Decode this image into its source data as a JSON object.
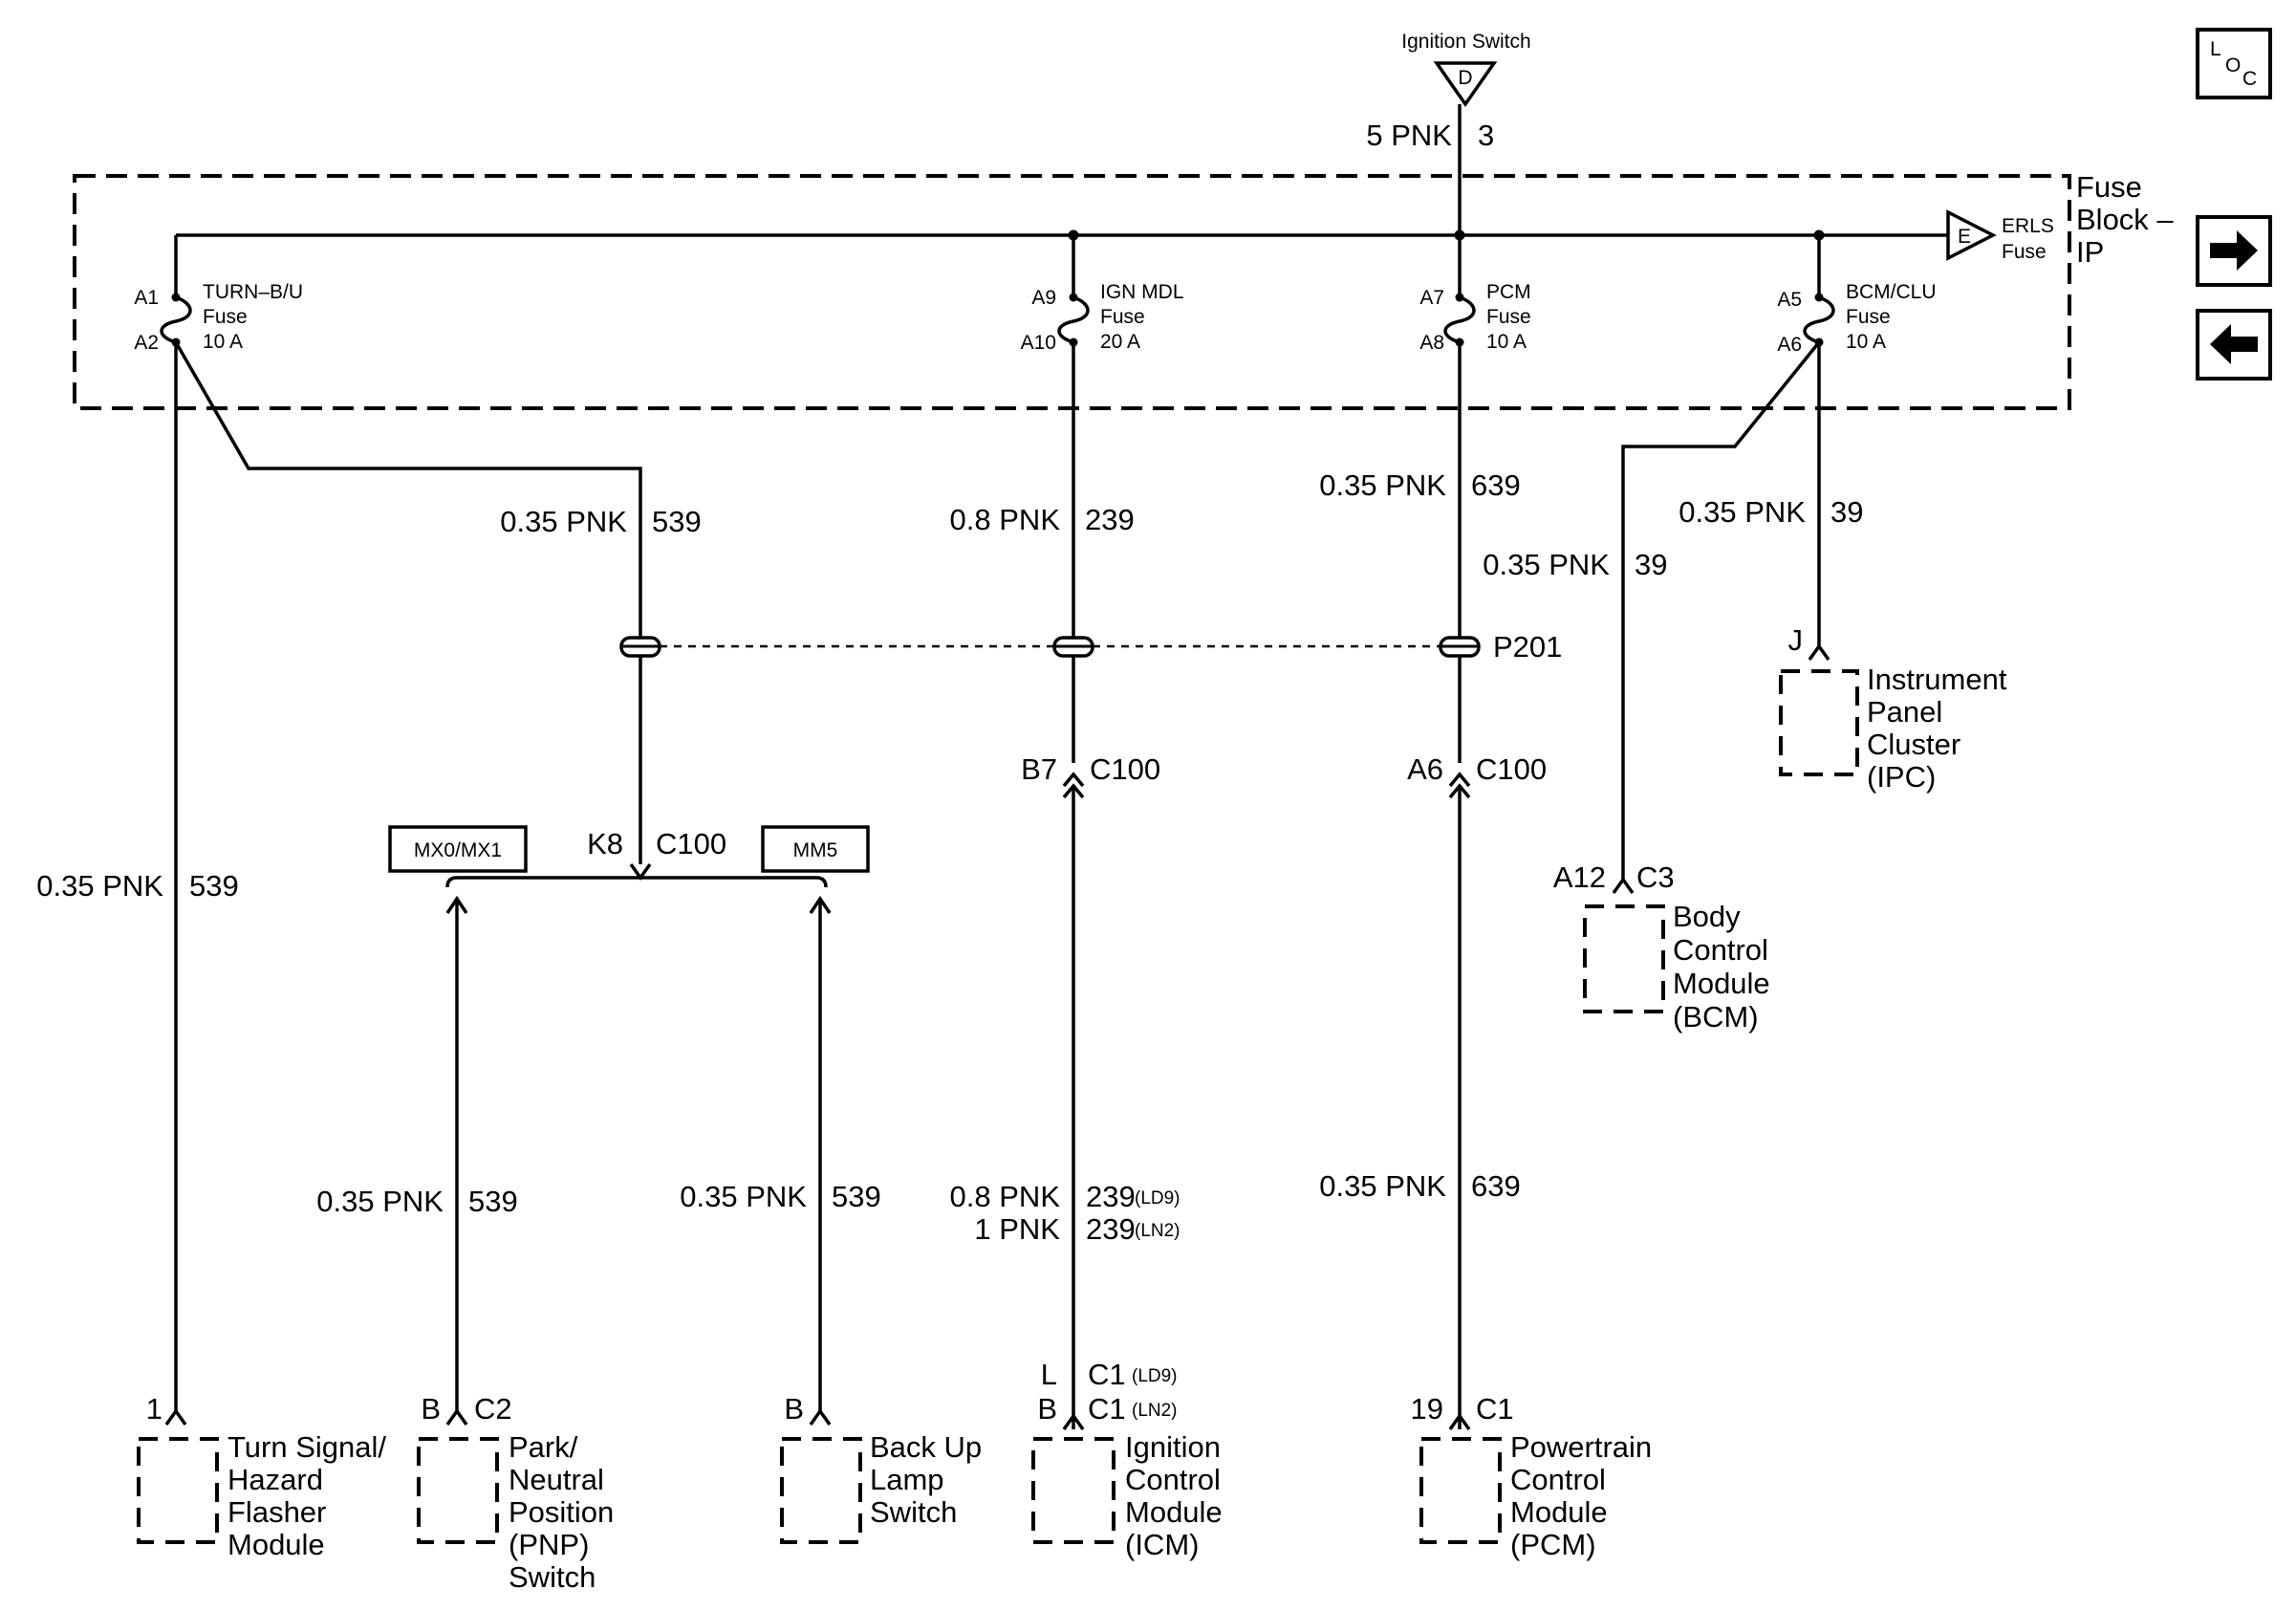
{
  "ignition": {
    "title": "Ignition Switch",
    "pin": "D",
    "wire_size": "5 PNK",
    "circuit": "3"
  },
  "fuse_block": {
    "title_l1": "Fuse",
    "title_l2": "Block –",
    "title_l3": "IP"
  },
  "erls": {
    "pin": "E",
    "label_l1": "ERLS",
    "label_l2": "Fuse"
  },
  "fuses": [
    {
      "top_pin": "A1",
      "bot_pin": "A2",
      "name": "TURN–B/U",
      "kind": "Fuse",
      "rating": "10 A"
    },
    {
      "top_pin": "A9",
      "bot_pin": "A10",
      "name": "IGN MDL",
      "kind": "Fuse",
      "rating": "20 A"
    },
    {
      "top_pin": "A7",
      "bot_pin": "A8",
      "name": "PCM",
      "kind": "Fuse",
      "rating": "10 A"
    },
    {
      "top_pin": "A5",
      "bot_pin": "A6",
      "name": "BCM/CLU",
      "kind": "Fuse",
      "rating": "10 A"
    }
  ],
  "wires": {
    "turn_left": {
      "size": "0.35 PNK",
      "circuit": "539"
    },
    "turn_branch": {
      "size": "0.35 PNK",
      "circuit": "539"
    },
    "ign_upper": {
      "size": "0.8 PNK",
      "circuit": "239"
    },
    "pcm_upper": {
      "size": "0.35 PNK",
      "circuit": "639"
    },
    "clu": {
      "size": "0.35 PNK",
      "circuit": "39"
    },
    "bcm": {
      "size": "0.35 PNK",
      "circuit": "39"
    },
    "pnp": {
      "size": "0.35 PNK",
      "circuit": "539"
    },
    "backup": {
      "size": "0.35 PNK",
      "circuit": "539"
    },
    "icm_1": {
      "size": "0.8 PNK",
      "circuit": "239",
      "option": "(LD9)"
    },
    "icm_2": {
      "size": "1 PNK",
      "circuit": "239",
      "option": "(LN2)"
    },
    "pcm_lower": {
      "size": "0.35 PNK",
      "circuit": "639"
    }
  },
  "splice": {
    "label": "P201"
  },
  "connectors": {
    "k8": {
      "pin": "K8",
      "conn": "C100"
    },
    "b7": {
      "pin": "B7",
      "conn": "C100"
    },
    "a6": {
      "pin": "A6",
      "conn": "C100"
    },
    "ipc": {
      "pin": "J"
    },
    "bcm": {
      "pin": "A12",
      "conn": "C3"
    },
    "flasher": {
      "pin": "1"
    },
    "pnp": {
      "pin": "B",
      "conn": "C2"
    },
    "backup": {
      "pin": "B"
    },
    "icm_1": {
      "pin": "L",
      "conn": "C1",
      "option": "(LD9)"
    },
    "icm_2": {
      "pin": "B",
      "conn": "C1",
      "option": "(LN2)"
    },
    "pcm": {
      "pin": "19",
      "conn": "C1"
    }
  },
  "options": {
    "left": "MX0/MX1",
    "right": "MM5"
  },
  "components": {
    "ipc": [
      "Instrument",
      "Panel",
      "Cluster",
      "(IPC)"
    ],
    "bcm": [
      "Body",
      "Control",
      "Module",
      "(BCM)"
    ],
    "flasher": [
      "Turn Signal/",
      "Hazard",
      "Flasher",
      "Module"
    ],
    "pnp": [
      "Park/",
      "Neutral",
      "Position",
      "(PNP)",
      "Switch"
    ],
    "backup": [
      "Back Up",
      "Lamp",
      "Switch"
    ],
    "icm": [
      "Ignition",
      "Control",
      "Module",
      "(ICM)"
    ],
    "pcm": [
      "Powertrain",
      "Control",
      "Module",
      "(PCM)"
    ]
  },
  "loc_button": {
    "l": "L",
    "o": "O",
    "c": "C"
  }
}
